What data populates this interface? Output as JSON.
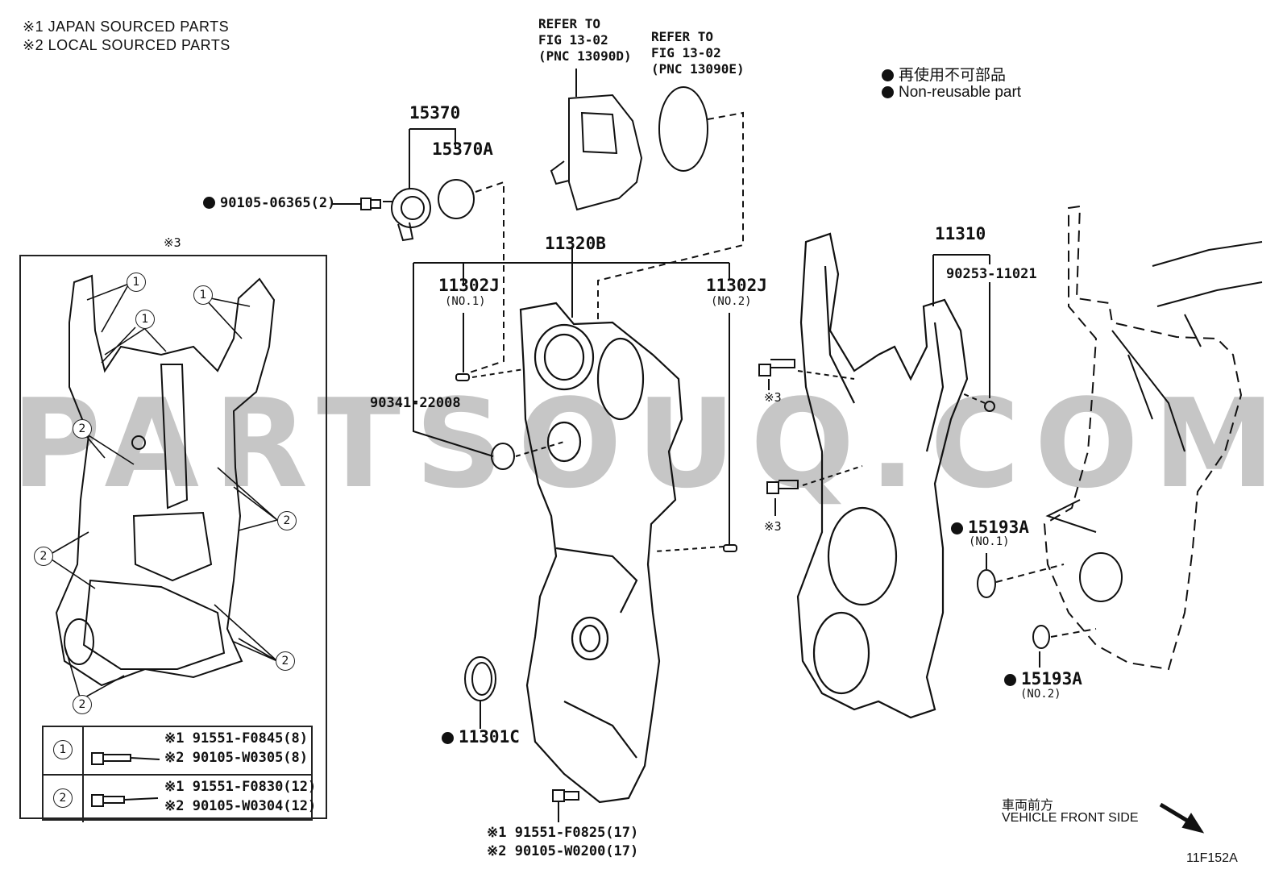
{
  "notes": {
    "japan": "※1 JAPAN SOURCED PARTS",
    "local": "※2 LOCAL SOURCED PARTS"
  },
  "legend": {
    "jp": "再使用不可部品",
    "en": "Non-reusable part"
  },
  "refs": {
    "a": {
      "line1": "REFER TO",
      "line2": "FIG 13-02",
      "line3": "(PNC 13090D)"
    },
    "b": {
      "line1": "REFER TO",
      "line2": "FIG 13-02",
      "line3": "(PNC 13090E)"
    }
  },
  "parts": {
    "p15370": "15370",
    "p15370A": "15370A",
    "p90105_06365": "90105-06365(2)",
    "p11320B": "11320B",
    "p11302J_1": "11302J",
    "p11302J_1_sub": "(NO.1)",
    "p11302J_2": "11302J",
    "p11302J_2_sub": "(NO.2)",
    "p90341": "90341-22008",
    "p11301C": "11301C",
    "p11310": "11310",
    "p90253": "90253-11021",
    "p15193A_1": "15193A",
    "p15193A_1_sub": "(NO.1)",
    "p15193A_2": "15193A",
    "p15193A_2_sub": "(NO.2)",
    "bolt_bottom_1": "※1 91551-F0825(17)",
    "bolt_bottom_2": "※2 90105-W0200(17)",
    "mark3a": "※3",
    "mark3b": "※3",
    "mark3c": "※3"
  },
  "inset": {
    "title": "※3",
    "callouts": [
      "1",
      "1",
      "1",
      "2",
      "2",
      "2",
      "2"
    ],
    "bolts": [
      {
        "num": "1",
        "line1": "※1 91551-F0845(8)",
        "line2": "※2 90105-W0305(8)"
      },
      {
        "num": "2",
        "line1": "※1 91551-F0830(12)",
        "line2": "※2 90105-W0304(12)"
      }
    ]
  },
  "direction": {
    "jp": "車両前方",
    "en": "VEHICLE FRONT SIDE"
  },
  "fig_id": "11F152A",
  "watermark": "PARTSOUQ.COM"
}
